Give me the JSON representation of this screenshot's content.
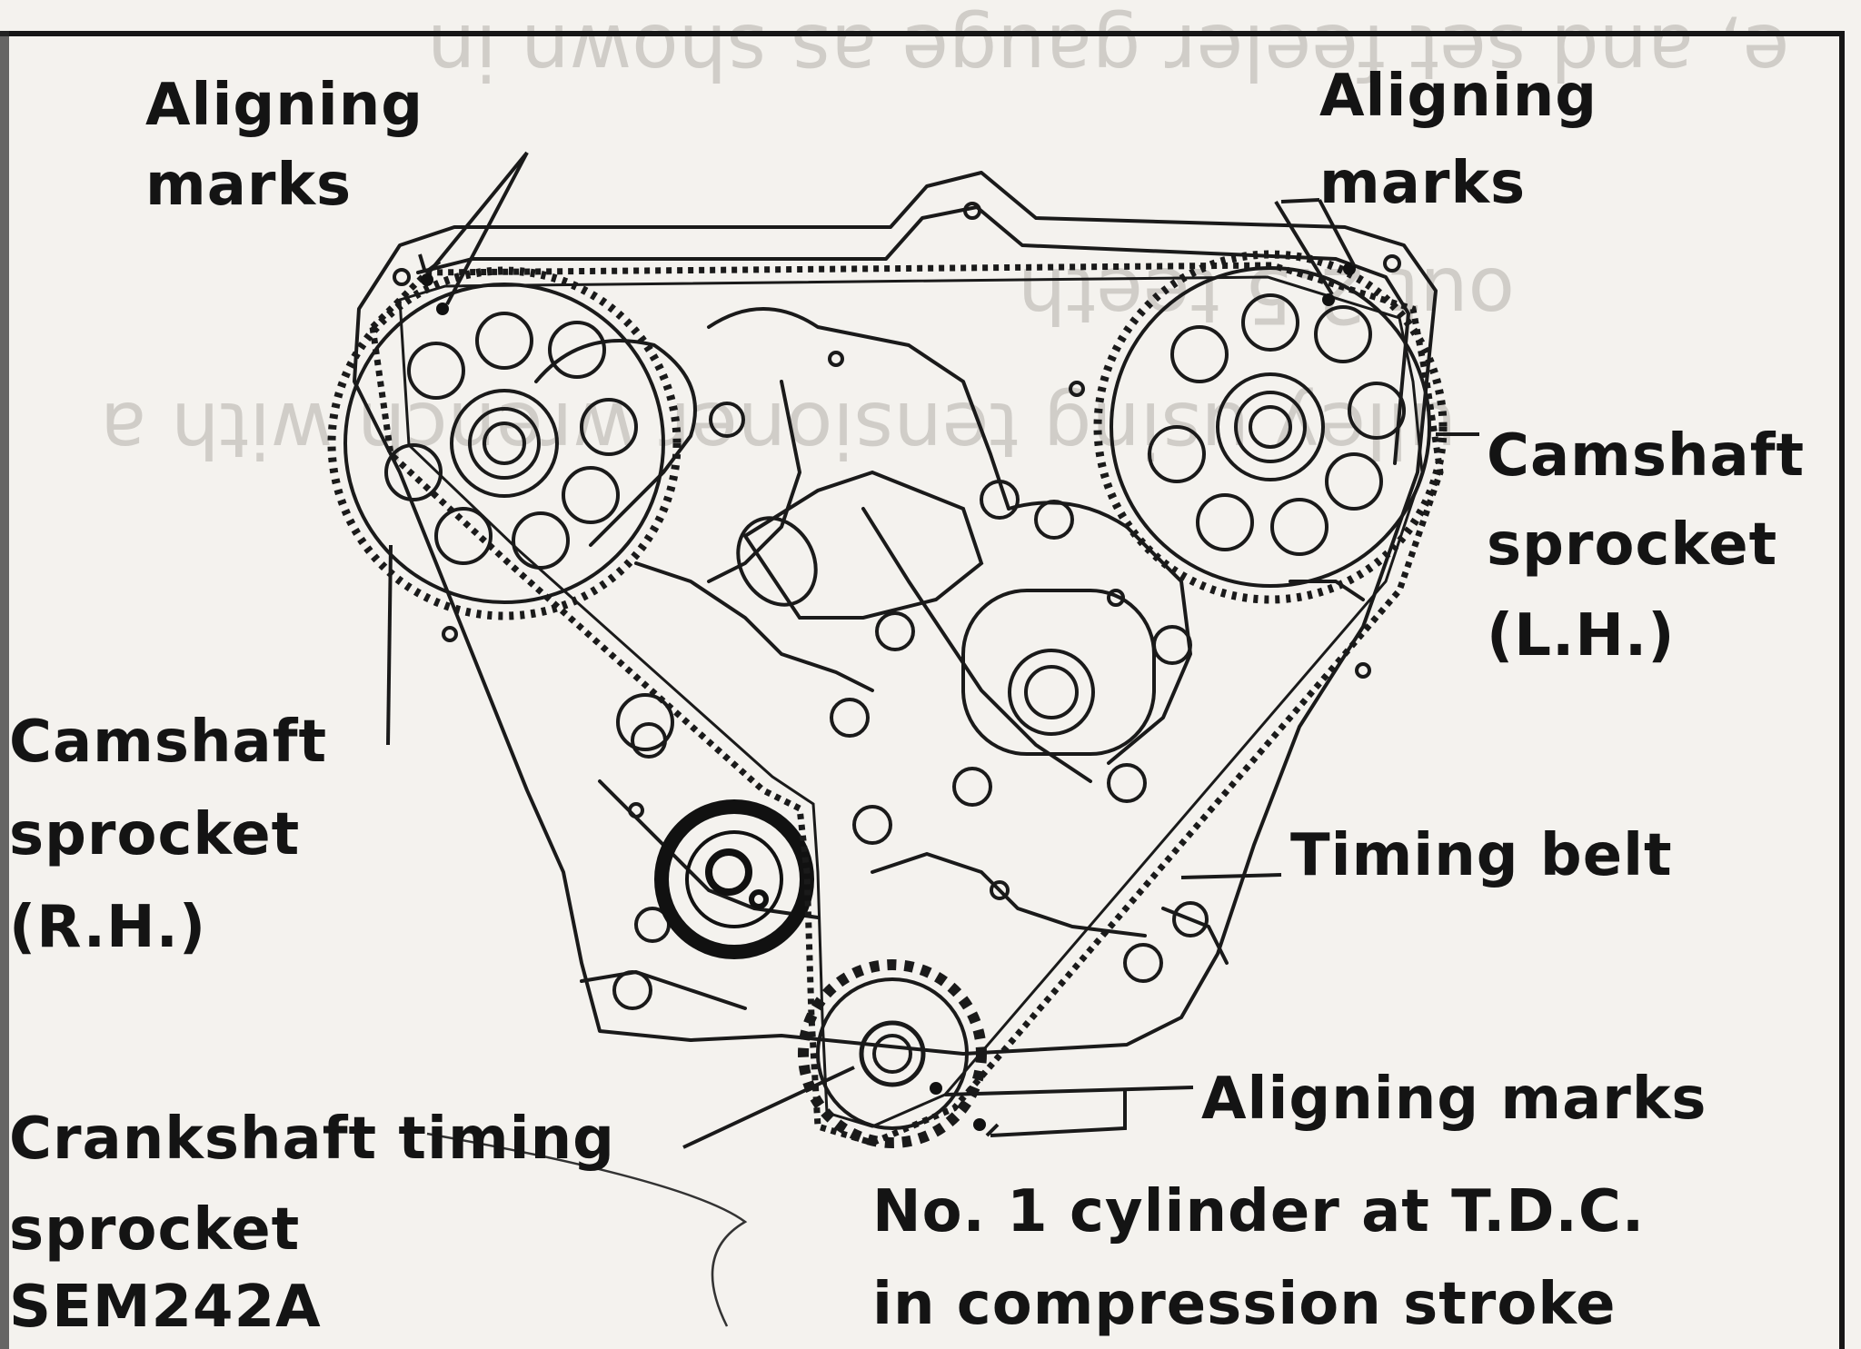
{
  "labels": {
    "aligning_marks_tl_1": "Aligning",
    "aligning_marks_tl_2": "marks",
    "aligning_marks_tr_1": "Aligning",
    "aligning_marks_tr_2": "marks",
    "camshaft_lh_1": "Camshaft",
    "camshaft_lh_2": "sprocket",
    "camshaft_lh_3": "(L.H.)",
    "camshaft_rh_1": "Camshaft",
    "camshaft_rh_2": "sprocket",
    "camshaft_rh_3": "(R.H.)",
    "timing_belt": "Timing belt",
    "aligning_marks_bottom": "Aligning marks",
    "crankshaft_1": "Crankshaft timing",
    "crankshaft_2": "sprocket",
    "code": "SEM242A",
    "tdc_1": "No. 1 cylinder at T.D.C.",
    "tdc_2": "in compression stroke"
  },
  "bleed_through": {
    "line1": "e, and set feeler gauge as shown in",
    "line2": "out 2.5 teeth",
    "line3": "ulley using tensioner wrench with a"
  }
}
